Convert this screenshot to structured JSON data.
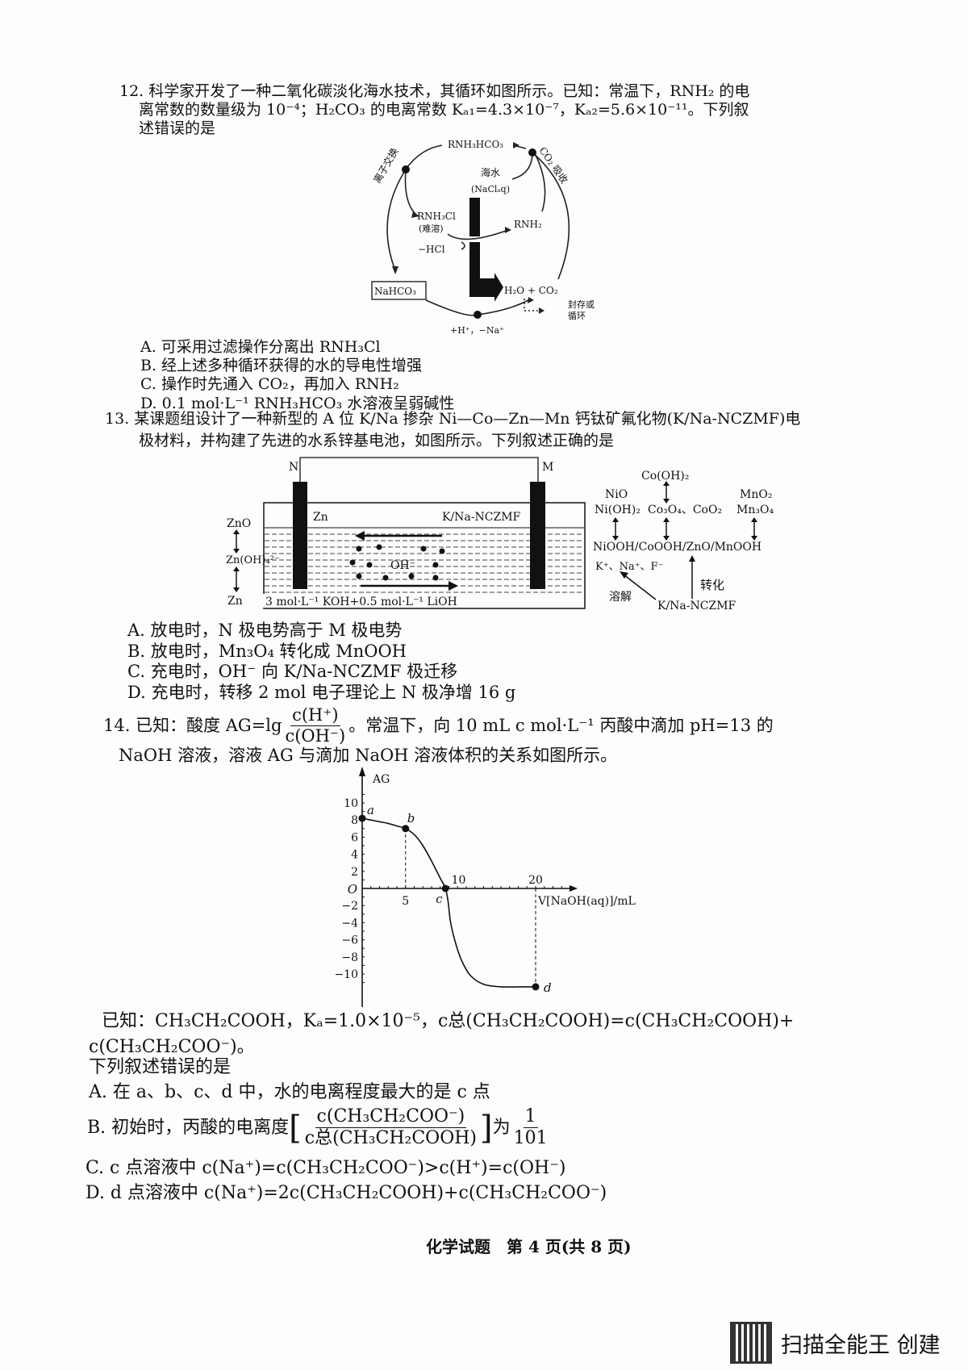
{
  "q12": {
    "stem_lines": [
      "12. 科学家开发了一种二氧化碳淡化海水技术，其循环如图所示。已知：常温下，RNH₂ 的电",
      "离常数的数量级为 10⁻⁴；H₂CO₃ 的电离常数 Kₐ₁=4.3×10⁻⁷，Kₐ₂=5.6×10⁻¹¹。下列叙",
      "述错误的是"
    ],
    "diagram": {
      "rnh3hco3": "RNH₃HCO₃",
      "co2_absorb": "CO₂ 吸收",
      "ion_exchange": "离子交换",
      "seawater": "海水",
      "nacl": "(NaClₐq)",
      "rnh3cl": "RNH₃Cl",
      "insoluble": "(难溶)",
      "rnh2": "RNH₂",
      "minus_hcl": "−HCl",
      "nahco3": "NaHCO₃",
      "h2o_co2": "H₂O + CO₂",
      "store_1": "封存或",
      "store_2": "循环",
      "h_na": "+H⁺，−Na⁺"
    },
    "options": [
      "A. 可采用过滤操作分离出 RNH₃Cl",
      "B. 经上述多种循环获得的水的导电性增强",
      "C. 操作时先通入 CO₂，再加入 RNH₂",
      "D. 0.1 mol·L⁻¹ RNH₃HCO₃ 水溶液呈弱碱性"
    ]
  },
  "q13": {
    "stem_lines": [
      "13. 某课题组设计了一种新型的 A 位 K/Na 掺杂 Ni—Co—Zn—Mn 钙钛矿氟化物(K/Na-NCZMF)电",
      "极材料，并构建了先进的水系锌基电池，如图所示。下列叙述正确的是"
    ],
    "battery": {
      "n": "N",
      "m": "M",
      "zn": "Zn",
      "cathode": "K/Na-NCZMF",
      "oh": "OH⁻",
      "electrolyte": "3 mol·L⁻¹ KOH+0.5 mol·L⁻¹ LiOH",
      "left_zno": "ZnO",
      "left_znoh4": "Zn(OH)₄²⁻",
      "left_zn": "Zn"
    },
    "scheme": {
      "cooh2": "Co(OH)₂",
      "nio": "NiO",
      "nioh2": "Ni(OH)₂",
      "co": "Co₃O₄、CoO₂",
      "mno2": "MnO₂",
      "mn3o4": "Mn₃O₄",
      "oxyhydroxides": "NiOOH/CoOOH/ZnO/MnOOH",
      "ions": "K⁺、Na⁺、F⁻",
      "transform": "转化",
      "dissolve": "溶解",
      "source": "K/Na-NCZMF"
    },
    "options": [
      "A. 放电时，N 极电势高于 M 极电势",
      "B. 放电时，Mn₃O₄ 转化成 MnOOH",
      "C. 充电时，OH⁻ 向 K/Na-NCZMF 极迁移",
      "D. 充电时，转移 2 mol 电子理论上 N 极净增 16 g"
    ]
  },
  "q14": {
    "stem_a": "14. 已知：酸度 AG=lg",
    "frac_num": "c(H⁺)",
    "frac_den": "c(OH⁻)",
    "stem_b": "。常温下，向 10 mL c mol·L⁻¹ 丙酸中滴加 pH=13 的",
    "stem_line2": "NaOH 溶液，溶液 AG 与滴加 NaOH 溶液体积的关系如图所示。",
    "given_1": "已知：CH₃CH₂COOH，Kₐ=1.0×10⁻⁵，c总(CH₃CH₂COOH)=c(CH₃CH₂COOH)+",
    "given_2": "c(CH₃CH₂COO⁻)。",
    "question": "下列叙述错误的是",
    "opt_a": "A. 在 a、b、c、d 中，水的电离程度最大的是 c 点",
    "opt_b_prefix": "B. 初始时，丙酸的电离度",
    "opt_b_num": "c(CH₃CH₂COO⁻)",
    "opt_b_den": "c总(CH₃CH₂COOH)",
    "opt_b_mid": "为",
    "opt_b_val_num": "1",
    "opt_b_val_den": "101",
    "opt_c": "C. c 点溶液中 c(Na⁺)=c(CH₃CH₂COO⁻)>c(H⁺)=c(OH⁻)",
    "opt_d": "D. d 点溶液中 c(Na⁺)=2c(CH₃CH₂COOH)+c(CH₃CH₂COO⁻)"
  },
  "chart_data": {
    "type": "line",
    "title": "",
    "xlabel": "V[NaOH(aq)]/mL",
    "ylabel": "AG",
    "origin_label": "O",
    "xlim": [
      0,
      26
    ],
    "ylim": [
      -12.5,
      12.5
    ],
    "x_tick_labels": [
      "5",
      "10",
      "20"
    ],
    "x_tick_values": [
      5,
      10,
      20
    ],
    "y_tick_values": [
      10,
      8,
      6,
      4,
      2,
      -2,
      -4,
      -6,
      -8,
      -10
    ],
    "y_tick_labels": [
      "10",
      "8",
      "6",
      "4",
      "2",
      "−2",
      "−4",
      "−6",
      "−8",
      "−10"
    ],
    "curve": {
      "x": [
        0,
        1,
        2,
        3,
        4,
        5,
        6,
        7,
        8,
        9,
        9.6,
        9.9,
        10.2,
        10.8,
        11.5,
        12.5,
        14,
        16,
        18,
        20
      ],
      "y": [
        8.2,
        8.0,
        7.8,
        7.6,
        7.3,
        7.0,
        6.3,
        5.0,
        3.2,
        1.2,
        0,
        -1.5,
        -4,
        -6.5,
        -8.5,
        -10.2,
        -11.2,
        -11.5,
        -11.5,
        -11.5
      ]
    },
    "points": [
      {
        "label": "a",
        "x": 0,
        "y": 8.2
      },
      {
        "label": "b",
        "x": 5,
        "y": 7.0
      },
      {
        "label": "c",
        "x": 9.6,
        "y": 0
      },
      {
        "label": "d",
        "x": 20,
        "y": -11.5
      }
    ],
    "grid": false
  },
  "footer": {
    "page": "化学试题　第 4 页(共 8 页)",
    "scanner": "扫描全能王 创建"
  }
}
